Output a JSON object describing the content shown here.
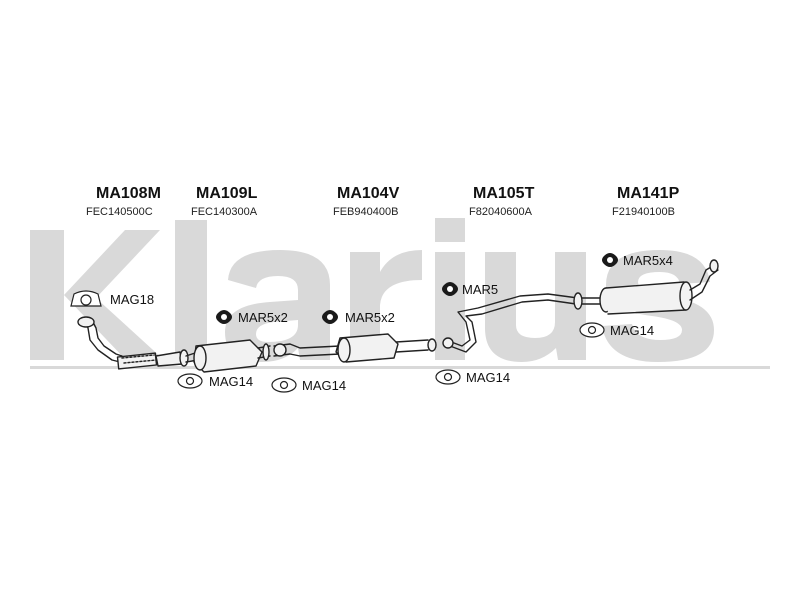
{
  "brand": {
    "watermark": "klarius",
    "watermark_color": "#d9d9d9"
  },
  "parts": [
    {
      "code": "MA108M",
      "ref": "FEC140500C"
    },
    {
      "code": "MA109L",
      "ref": "FEC140300A"
    },
    {
      "code": "MA104V",
      "ref": "FEB940400B"
    },
    {
      "code": "MA105T",
      "ref": "F82040600A"
    },
    {
      "code": "MA141P",
      "ref": "F21940100B"
    }
  ],
  "callouts": [
    {
      "label": "MAG18",
      "icon": "gasket-icon"
    },
    {
      "label": "MAR5x2",
      "icon": "rubber-mount-icon"
    },
    {
      "label": "MAR5x2",
      "icon": "rubber-mount-icon"
    },
    {
      "label": "MAR5",
      "icon": "rubber-mount-icon"
    },
    {
      "label": "MAR5x4",
      "icon": "rubber-mount-icon"
    },
    {
      "label": "MAG14",
      "icon": "gasket-icon"
    },
    {
      "label": "MAG14",
      "icon": "gasket-icon"
    },
    {
      "label": "MAG14",
      "icon": "gasket-icon"
    },
    {
      "label": "MAG14",
      "icon": "gasket-icon"
    }
  ],
  "colors": {
    "line": "#222222",
    "part_fill": "#f2f2f2",
    "mount_fill": "#1a1a1a"
  }
}
